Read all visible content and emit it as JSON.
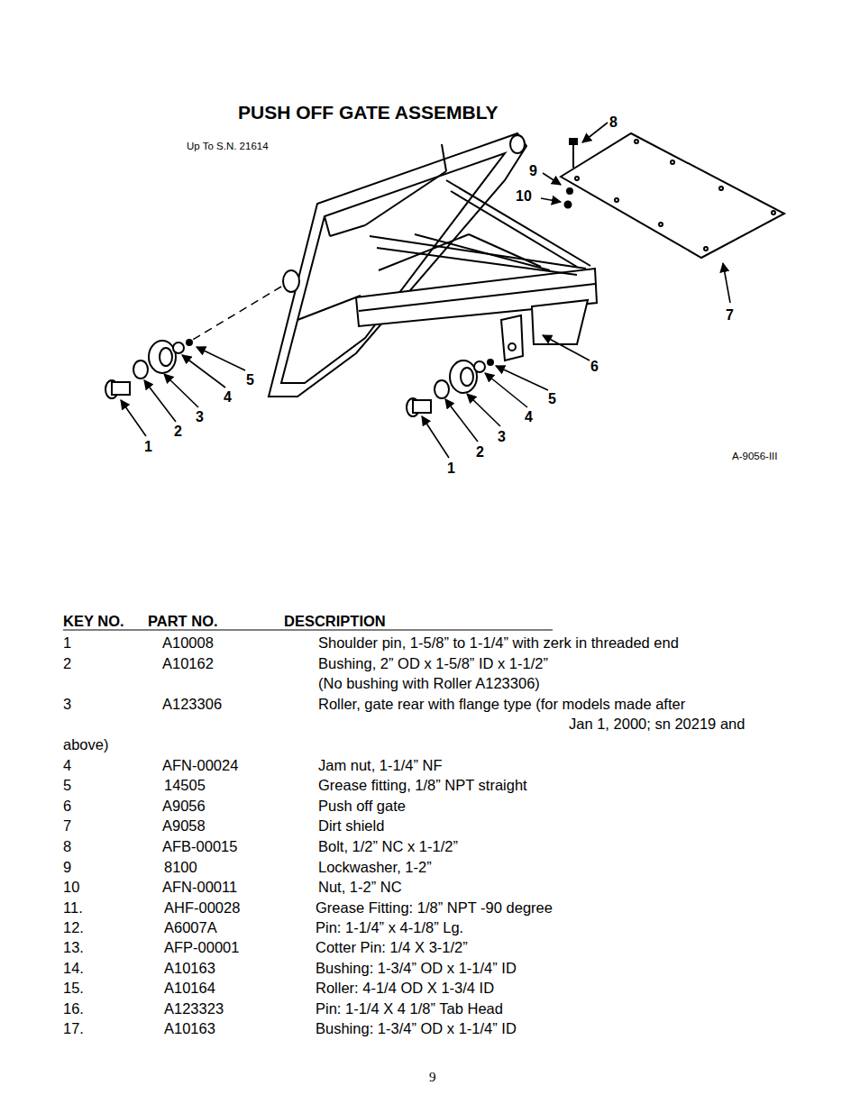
{
  "diagram": {
    "title": "PUSH OFF GATE ASSEMBLY",
    "labels": [
      "Up To S.N. 21614",
      "8",
      "9",
      "10",
      "7",
      "6",
      "5",
      "4",
      "3",
      "2",
      "1",
      "5",
      "4",
      "3",
      "2",
      "1",
      "A-9056-III",
      "KEY NO.",
      "PART NO.",
      "DESCRIPTION",
      "1",
      "A10008",
      "Shoulder pin, 1-5/8” to 1-1/4” with zerk in threaded end",
      "2",
      "A10162",
      "Bushing, 2” OD x 1-5/8” ID x 1-1/2”",
      "(No bushing with Roller A123306)",
      "3",
      "A123306",
      "Roller, gate rear with flange type (for models made after",
      "Jan 1, 2000; sn 20219 and",
      "above)",
      "4",
      "AFN-00024",
      "Jam nut, 1-1/4” NF",
      "5",
      "14505",
      "Grease fitting, 1/8” NPT straight",
      "6",
      "A9056",
      "Push off gate",
      "7",
      "A9058",
      "Dirt shield",
      "8",
      "AFB-00015",
      "Bolt, 1/2” NC x 1-1/2”",
      "9",
      "8100",
      "Lockwasher, 1-2”",
      "10",
      "AFN-00011",
      "Nut, 1-2” NC",
      "11.",
      "AHF-00028",
      "Grease Fitting: 1/8” NPT -90 degree",
      "12.",
      "A6007A",
      "Pin: 1-1/4” x 4-1/8” Lg.",
      "13.",
      "AFP-00001",
      "Cotter Pin: 1/4 X 3-1/2”",
      "14.",
      "A10163",
      "Bushing: 1-3/4” OD x 1-1/4” ID",
      "15.",
      "A10164",
      "Roller: 4-1/4 OD X 1-3/4 ID",
      "16.",
      "A123323",
      "Pin: 1-1/4 X 4 1/8” Tab Head",
      "17.",
      "A10163",
      "Bushing: 1-3/4” OD x 1-1/4” ID",
      "9"
    ]
  }
}
